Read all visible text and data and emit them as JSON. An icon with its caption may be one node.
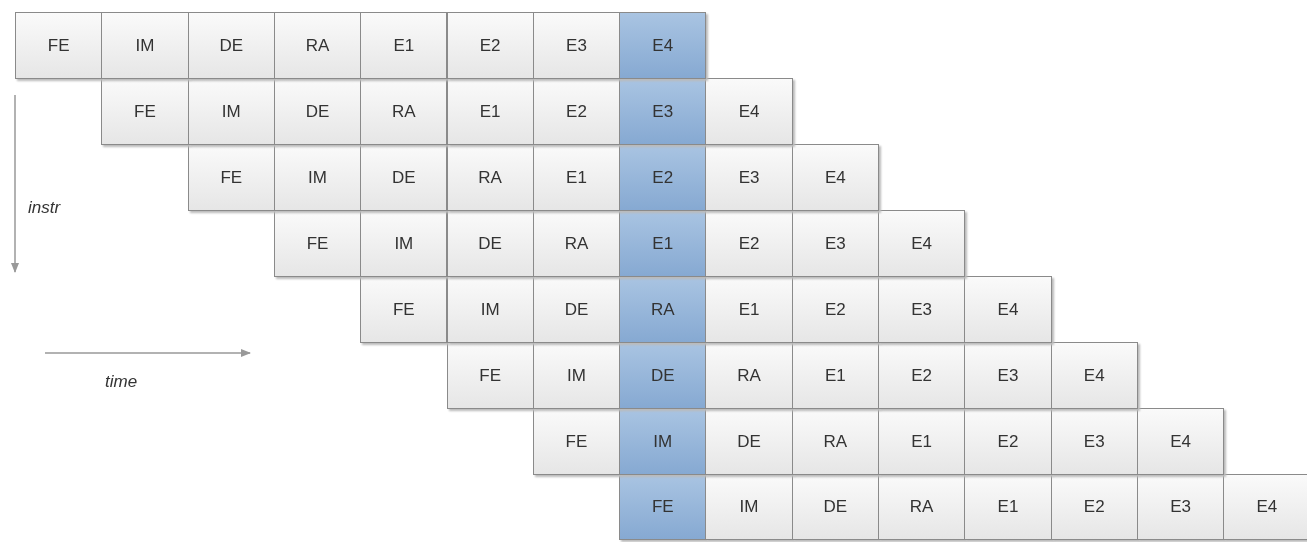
{
  "diagram": {
    "labels": [
      "FE",
      "IM",
      "DE",
      "RA",
      "E1",
      "E2",
      "E3",
      "E4",
      "FE",
      "IM",
      "DE",
      "RA",
      "E1",
      "E2",
      "E3",
      "E4",
      "FE",
      "IM",
      "DE",
      "RA",
      "E1",
      "E2",
      "E3",
      "E4",
      "instr",
      "FE",
      "IM",
      "DE",
      "RA",
      "E1",
      "E2",
      "E3",
      "E4",
      "FE",
      "IM",
      "DE",
      "RA",
      "E1",
      "E2",
      "E3",
      "E4",
      "FE",
      "IM",
      "DE",
      "RA",
      "E1",
      "E2",
      "E3",
      "E4",
      "time",
      "FE",
      "IM",
      "DE",
      "RA",
      "E1",
      "E2",
      "E3",
      "E4",
      "FE",
      "IM",
      "DE",
      "RA",
      "E1",
      "E2",
      "E3",
      "E4"
    ]
  }
}
